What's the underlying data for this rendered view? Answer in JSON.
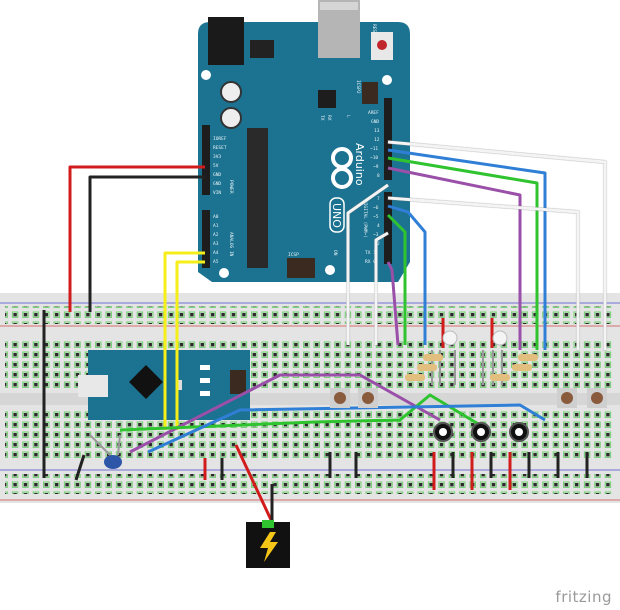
{
  "arduino": {
    "brand": "Arduino",
    "model": "UNO",
    "reset_label": "RESET",
    "icsp_label": "ICSP",
    "icsp2_label": "ICSP2",
    "on_label": "ON",
    "power_pins": [
      "IOREF",
      "RESET",
      "3V3",
      "5V",
      "GND",
      "GND",
      "VIN"
    ],
    "analog_pins": [
      "A0",
      "A1",
      "A2",
      "A3",
      "A4",
      "A5"
    ],
    "digital_pins": [
      "AREF",
      "GND",
      "13",
      "12",
      "~11",
      "~10",
      "~9",
      "8",
      "7",
      "~6",
      "~5",
      "4",
      "~3",
      "2",
      "TX 1",
      "RX 0"
    ],
    "power_section": "POWER",
    "analog_section": "ANALOG IN",
    "digital_section": "DIGITAL (PWM~)",
    "led_labels": [
      "TX",
      "RX",
      "L"
    ]
  },
  "footer": {
    "logo": "fritzing"
  },
  "colors": {
    "board": "#1b7391",
    "breadboard": "#e3e3e3",
    "hole_green": "#5fc35f",
    "wire_red": "#d21c1c",
    "wire_black": "#222222",
    "wire_yellow": "#f5ee18",
    "wire_blue": "#2f7fd6",
    "wire_green": "#2fc42f",
    "wire_purple": "#9a4fa8",
    "wire_white": "#f6f6f6"
  }
}
